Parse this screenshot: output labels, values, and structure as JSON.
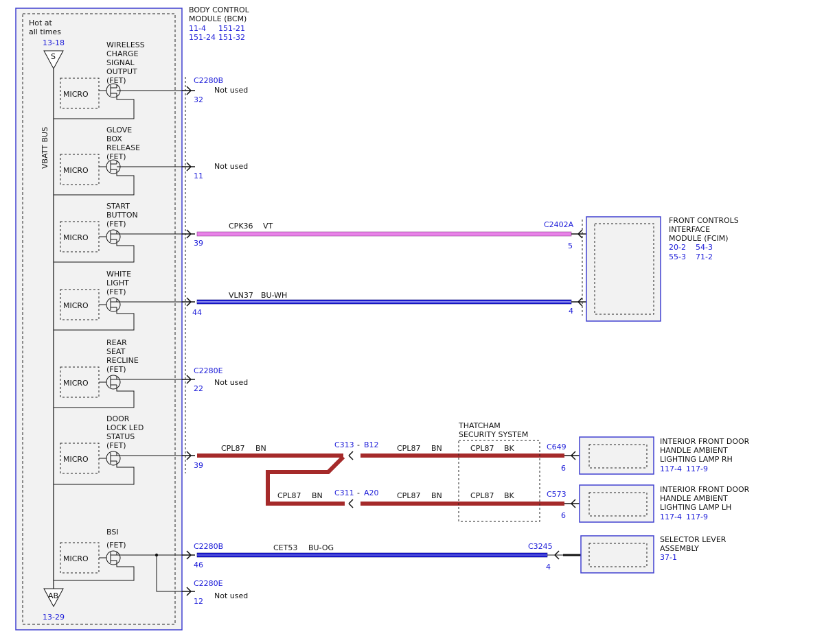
{
  "colors": {
    "module_border": "#4040d0",
    "module_fill": "#f2f2f2",
    "ref_text": "#1a1ad8",
    "wire_violet": "#e882e8",
    "wire_blue": "#1a1ad8",
    "wire_brown": "#a52a2a"
  },
  "bcm": {
    "title_lines": [
      "BODY CONTROL",
      "MODULE (BCM)"
    ],
    "refs": [
      "11-4",
      "151-21",
      "151-24",
      "151-32"
    ],
    "hot_lines": [
      "Hot at",
      "all times"
    ],
    "top_ref": "13-18",
    "top_symbol": "S",
    "bottom_ref": "13-29",
    "bottom_symbol": "AB",
    "bus_label": "VBATT BUS",
    "micro_label": "MICRO",
    "outputs": [
      {
        "label_lines": [
          "WIRELESS",
          "CHARGE",
          "SIGNAL",
          "OUTPUT",
          "(FET)"
        ],
        "connector": "C2280B",
        "pin": "32",
        "status": "Not used"
      },
      {
        "label_lines": [
          "GLOVE",
          "BOX",
          "RELEASE",
          "(FET)"
        ],
        "connector": "",
        "pin": "11",
        "status": "Not used"
      },
      {
        "label_lines": [
          "START",
          "BUTTON",
          "(FET)"
        ],
        "connector": "",
        "pin": "39",
        "status": ""
      },
      {
        "label_lines": [
          "WHITE",
          "LIGHT",
          "(FET)"
        ],
        "connector": "",
        "pin": "44",
        "status": ""
      },
      {
        "label_lines": [
          "REAR",
          "SEAT",
          "RECLINE",
          "(FET)"
        ],
        "connector": "C2280E",
        "pin": "22",
        "status": "Not used"
      },
      {
        "label_lines": [
          "DOOR",
          "LOCK LED",
          "STATUS",
          "(FET)"
        ],
        "connector": "",
        "pin": "39",
        "status": ""
      },
      {
        "label_lines": [
          "BSI",
          "(FET)"
        ],
        "connector": "C2280B",
        "pin": "46",
        "status": ""
      }
    ],
    "bsi_extra": {
      "connector": "C2280E",
      "pin": "12",
      "status": "Not used"
    }
  },
  "fcim": {
    "title_lines": [
      "FRONT CONTROLS",
      "INTERFACE",
      "MODULE (FCIM)"
    ],
    "refs": [
      "20-2",
      "54-3",
      "55-3",
      "71-2"
    ],
    "connector": "C2402A"
  },
  "wires": {
    "start": {
      "circuit": "CPK36",
      "color": "VT",
      "far_pin": "5"
    },
    "white": {
      "circuit": "VLN37",
      "color": "BU-WH",
      "far_pin": "4"
    },
    "door": {
      "circuit": "CPL87",
      "color": "BN"
    },
    "bsi": {
      "circuit": "CET53",
      "color": "BU-OG",
      "far_connector": "C3245",
      "far_pin": "4"
    }
  },
  "inline": {
    "c313": "C313",
    "b12": "B12",
    "c311": "C311",
    "a20": "A20",
    "dash": "-",
    "segment_circuit": "CPL87",
    "segment_color": "BN",
    "thatcham_color": "BK"
  },
  "thatcham": {
    "title_lines": [
      "THATCHAM",
      "SECURITY SYSTEM"
    ]
  },
  "lamp_rh": {
    "title_lines": [
      "INTERIOR FRONT DOOR",
      "HANDLE AMBIENT",
      "LIGHTING LAMP RH"
    ],
    "refs": [
      "117-4",
      "117-9"
    ],
    "connector": "C649",
    "pin": "6"
  },
  "lamp_lh": {
    "title_lines": [
      "INTERIOR FRONT DOOR",
      "HANDLE AMBIENT",
      "LIGHTING LAMP LH"
    ],
    "refs": [
      "117-4",
      "117-9"
    ],
    "connector": "C573",
    "pin": "6"
  },
  "selector": {
    "title_lines": [
      "SELECTOR LEVER",
      "ASSEMBLY"
    ],
    "refs": [
      "37-1"
    ]
  }
}
